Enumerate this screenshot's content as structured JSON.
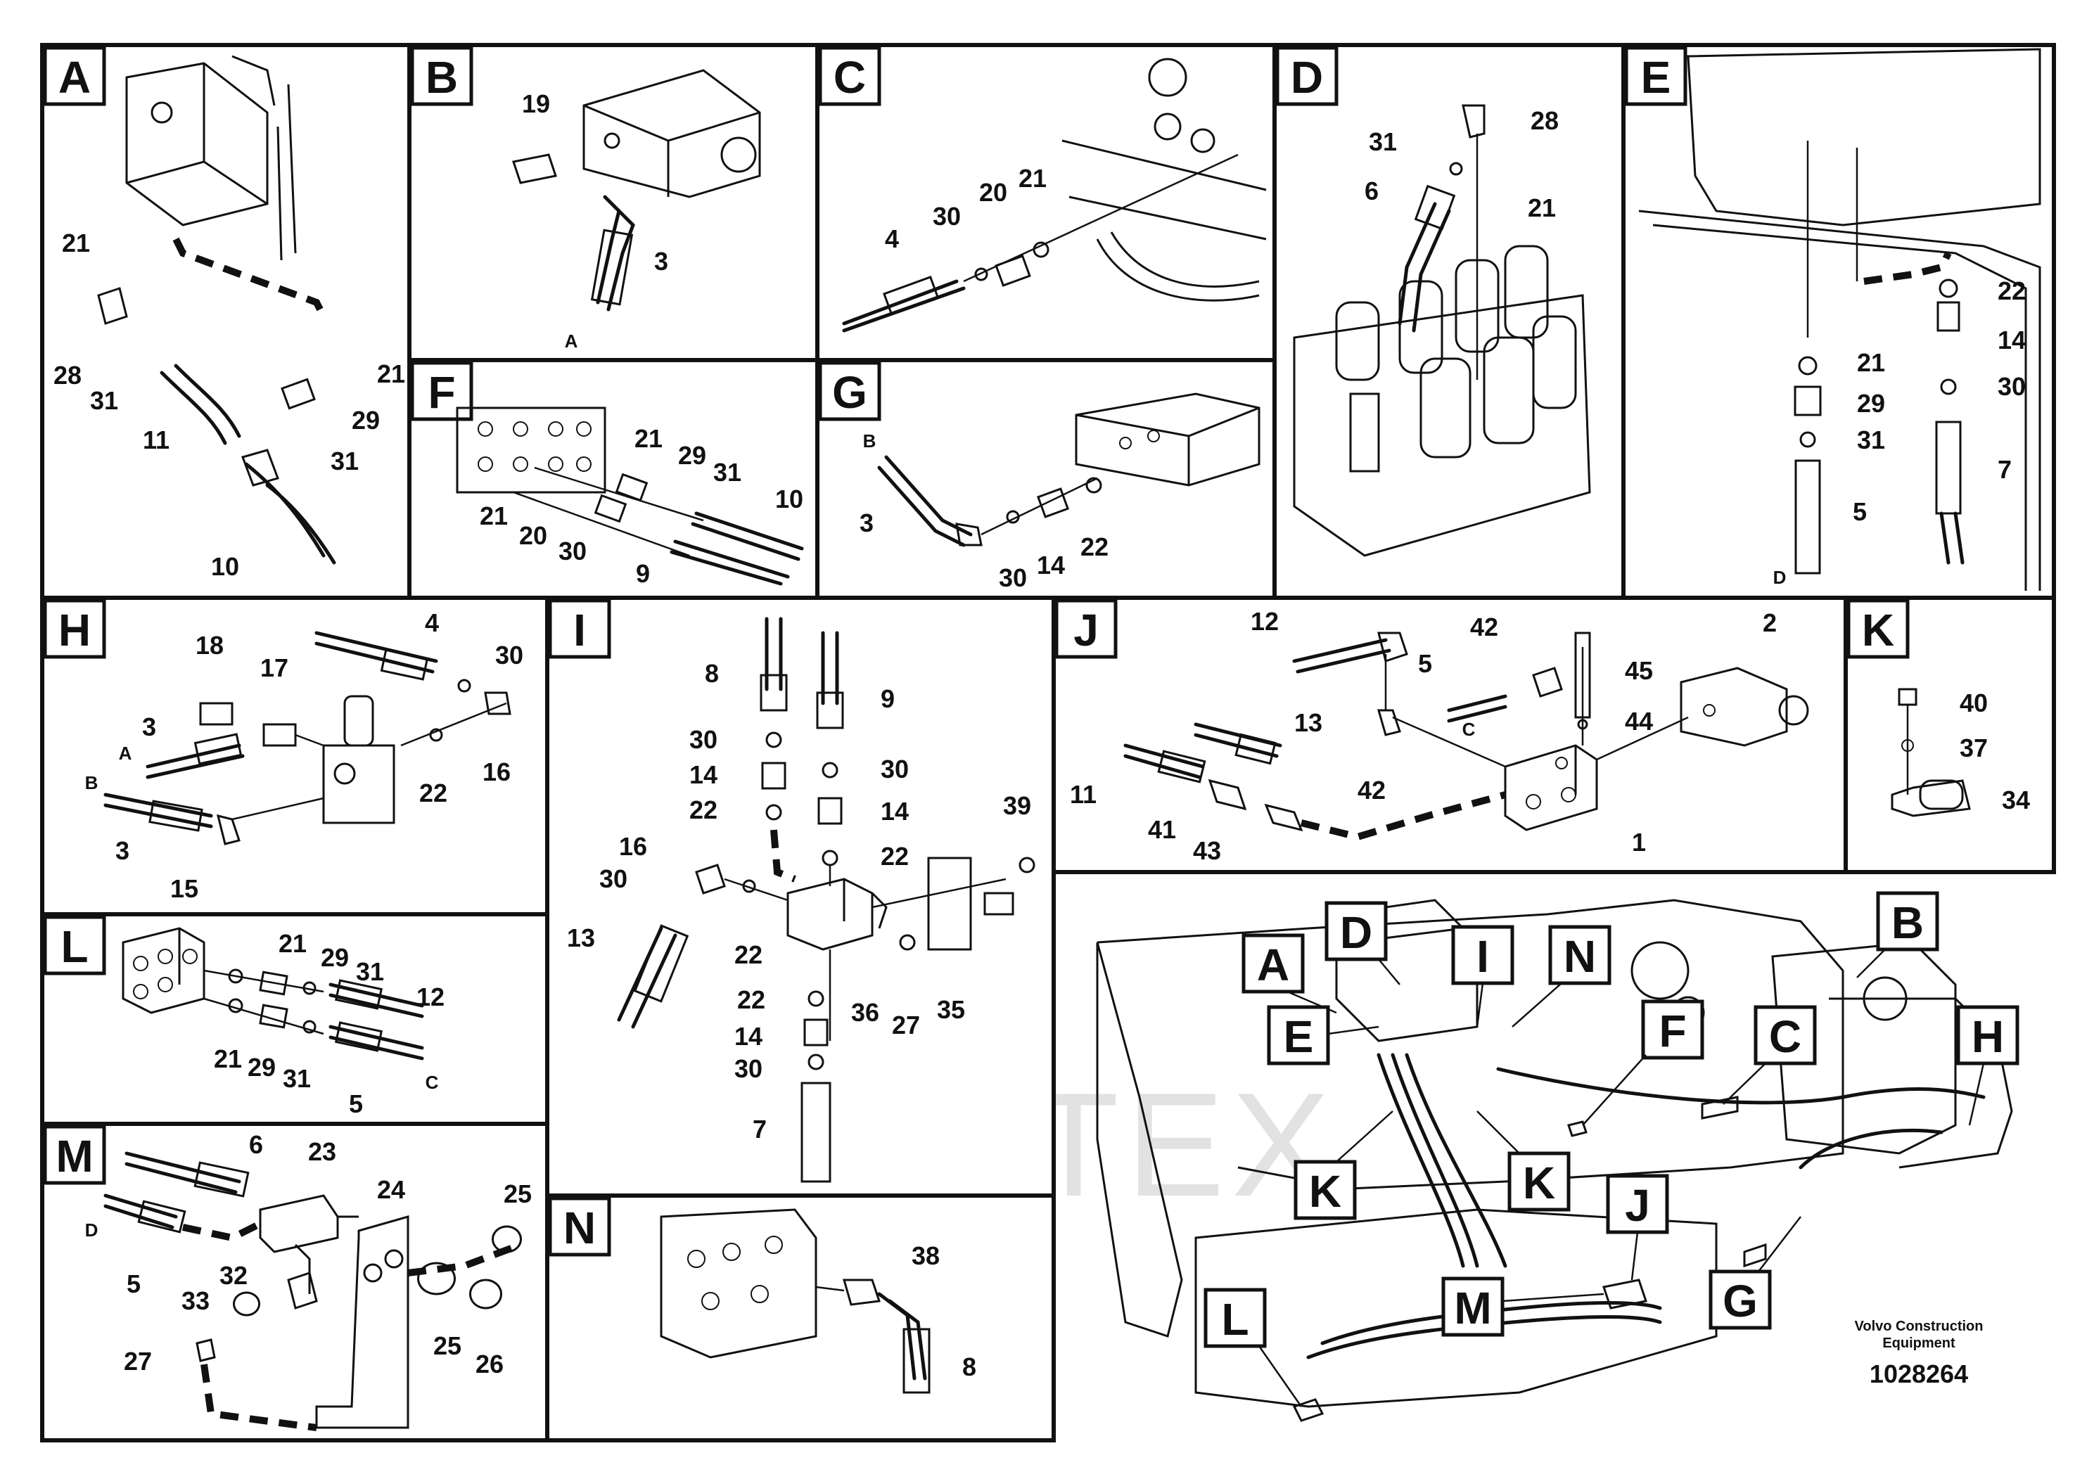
{
  "panels": [
    {
      "id": "A",
      "label": "A",
      "callouts": [
        "21",
        "28",
        "31",
        "11",
        "21",
        "29",
        "31",
        "10"
      ]
    },
    {
      "id": "B",
      "label": "B",
      "callouts": [
        "19",
        "3"
      ],
      "hose_marks": [
        "A"
      ]
    },
    {
      "id": "C",
      "label": "C",
      "callouts": [
        "4",
        "30",
        "20",
        "21"
      ]
    },
    {
      "id": "D",
      "label": "D",
      "callouts": [
        "31",
        "6",
        "28",
        "21"
      ]
    },
    {
      "id": "E",
      "label": "E",
      "callouts": [
        "22",
        "14",
        "30",
        "7",
        "21",
        "29",
        "31",
        "5"
      ],
      "hose_marks": [
        "D"
      ]
    },
    {
      "id": "F",
      "label": "F",
      "callouts": [
        "21",
        "29",
        "31",
        "10",
        "21",
        "20",
        "30",
        "9"
      ]
    },
    {
      "id": "G",
      "label": "G",
      "callouts": [
        "3",
        "30",
        "14",
        "22"
      ],
      "hose_marks": [
        "B"
      ]
    },
    {
      "id": "H",
      "label": "H",
      "callouts": [
        "18",
        "17",
        "4",
        "30",
        "3",
        "22",
        "16",
        "3",
        "15"
      ],
      "hose_marks": [
        "A",
        "B"
      ]
    },
    {
      "id": "I",
      "label": "I",
      "callouts": [
        "8",
        "9",
        "30",
        "30",
        "14",
        "14",
        "22",
        "22",
        "39",
        "16",
        "30",
        "22",
        "13",
        "22",
        "36",
        "27",
        "35",
        "14",
        "30",
        "7"
      ]
    },
    {
      "id": "J",
      "label": "J",
      "callouts": [
        "12",
        "42",
        "45",
        "2",
        "5",
        "44",
        "13",
        "11",
        "42",
        "41",
        "43",
        "1"
      ],
      "hose_marks": [
        "C"
      ]
    },
    {
      "id": "K",
      "label": "K",
      "callouts": [
        "40",
        "37",
        "34"
      ]
    },
    {
      "id": "L",
      "label": "L",
      "callouts": [
        "21",
        "29",
        "31",
        "12",
        "21",
        "29",
        "31",
        "5"
      ],
      "hose_marks": [
        "C"
      ]
    },
    {
      "id": "M",
      "label": "M",
      "callouts": [
        "6",
        "23",
        "24",
        "25",
        "5",
        "32",
        "33",
        "27",
        "25",
        "26"
      ],
      "hose_marks": [
        "D"
      ]
    },
    {
      "id": "N",
      "label": "N",
      "callouts": [
        "38",
        "8"
      ]
    }
  ],
  "overview_tags": [
    "A",
    "D",
    "I",
    "N",
    "B",
    "E",
    "F",
    "C",
    "H",
    "K",
    "K",
    "J",
    "M",
    "L",
    "G"
  ],
  "manufacturer": "Volvo Construction",
  "manufacturer_line2": "Equipment",
  "drawing_number": "1028264",
  "watermark_text": "ИНТЕХ",
  "colors": {
    "ink": "#111111",
    "watermark": "#e85c5c"
  }
}
